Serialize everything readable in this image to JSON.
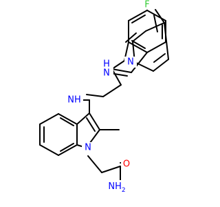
{
  "colors": {
    "bond": "#000000",
    "nitrogen": "#0000ff",
    "oxygen": "#ff0000",
    "fluorine": "#33cc33",
    "background": "#ffffff"
  },
  "atoms": {
    "fluorine": "F",
    "benzimidazole_nh": "H\nN",
    "benzimidazole_n": "N",
    "amine_nh": "NH",
    "indole_n": "N",
    "carbonyl_o": "O",
    "amide_nh2": "NH2"
  }
}
